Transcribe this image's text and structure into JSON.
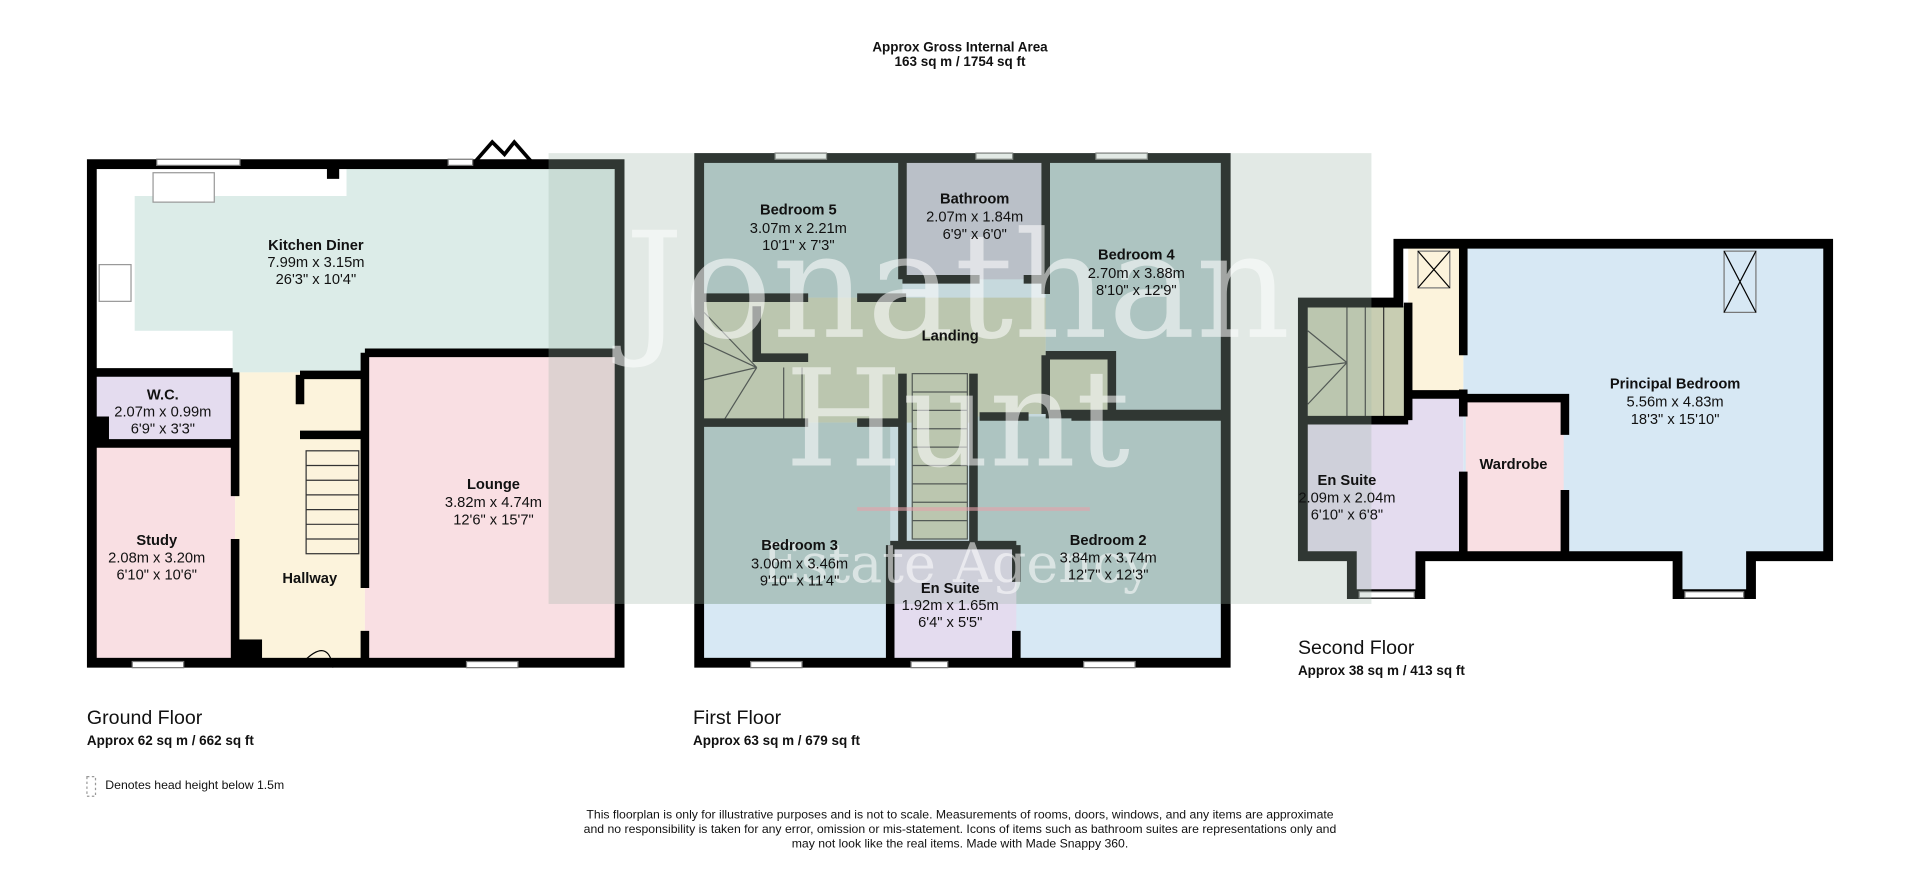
{
  "header": {
    "title": "Approx Gross Internal Area",
    "area": "163 sq m / 1754 sq ft"
  },
  "watermark": {
    "line1": "Jonathan",
    "line2": "Hunt",
    "line3": "Estate Agency"
  },
  "floors": [
    {
      "name": "Ground Floor",
      "area": "Approx 62 sq m / 662 sq ft",
      "rooms": [
        {
          "name": "Kitchen Diner",
          "metric": "7.99m x 3.15m",
          "imperial": "26'3\" x 10'4\""
        },
        {
          "name": "W.C.",
          "metric": "2.07m x 0.99m",
          "imperial": "6'9\" x 3'3\""
        },
        {
          "name": "Study",
          "metric": "2.08m x 3.20m",
          "imperial": "6'10\" x 10'6\""
        },
        {
          "name": "Hallway"
        },
        {
          "name": "Lounge",
          "metric": "3.82m x 4.74m",
          "imperial": "12'6\" x 15'7\""
        }
      ]
    },
    {
      "name": "First Floor",
      "area": "Approx 63 sq m / 679 sq ft",
      "rooms": [
        {
          "name": "Bedroom 5",
          "metric": "3.07m x 2.21m",
          "imperial": "10'1\" x 7'3\""
        },
        {
          "name": "Bathroom",
          "metric": "2.07m x 1.84m",
          "imperial": "6'9\" x 6'0\""
        },
        {
          "name": "Bedroom 4",
          "metric": "2.70m x 3.88m",
          "imperial": "8'10\" x 12'9\""
        },
        {
          "name": "Landing"
        },
        {
          "name": "Bedroom 3",
          "metric": "3.00m x 3.46m",
          "imperial": "9'10\" x 11'4\""
        },
        {
          "name": "Bedroom 2",
          "metric": "3.84m x 3.74m",
          "imperial": "12'7\" x 12'3\""
        },
        {
          "name": "En Suite",
          "metric": "1.92m x 1.65m",
          "imperial": "6'4\" x 5'5\""
        }
      ]
    },
    {
      "name": "Second Floor",
      "area": "Approx 38 sq m / 413 sq ft",
      "rooms": [
        {
          "name": "Principal Bedroom",
          "metric": "5.56m x 4.83m",
          "imperial": "18'3\" x 15'10\""
        },
        {
          "name": "Wardrobe"
        },
        {
          "name": "En Suite",
          "metric": "2.09m x 2.04m",
          "imperial": "6'10\" x 6'8\""
        }
      ]
    }
  ],
  "legend": {
    "text": "Denotes head height below 1.5m"
  },
  "disclaimer": {
    "line1": "This floorplan is only for illustrative purposes and is not to scale. Measurements of rooms, doors, windows, and any items are approximate",
    "line2": "and no responsibility is taken for any error, omission or mis-statement. Icons of items such as bathroom suites are representations only and",
    "line3": "may not look like the real items. Made with Made Snappy 360."
  },
  "colors": {
    "kitchen": "#dcece8",
    "pink": "#f9dfe3",
    "hall": "#fcf3dc",
    "lilac": "#e4dcef",
    "blue": "#d7e8f4",
    "landing": "#c8cdb2",
    "watermark": "#b5c6bd"
  }
}
